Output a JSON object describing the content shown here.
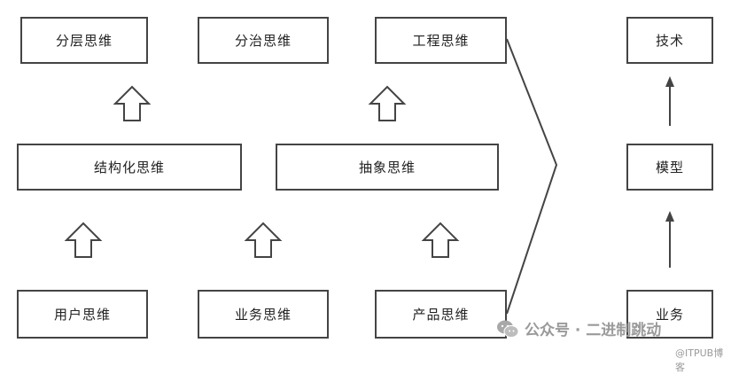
{
  "boxes": {
    "layered": "分层思维",
    "divide": "分治思维",
    "engineering": "工程思维",
    "tech": "技术",
    "structured": "结构化思维",
    "abstract": "抽象思维",
    "model": "模型",
    "user": "用户思维",
    "business_thinking": "业务思维",
    "product": "产品思维",
    "business": "业务"
  },
  "watermark": {
    "main": "公众号 · 二进制跳动",
    "sub": "@ITPUB博客"
  },
  "colors": {
    "stroke": "#444444",
    "watermark": "#9a9a9a"
  }
}
